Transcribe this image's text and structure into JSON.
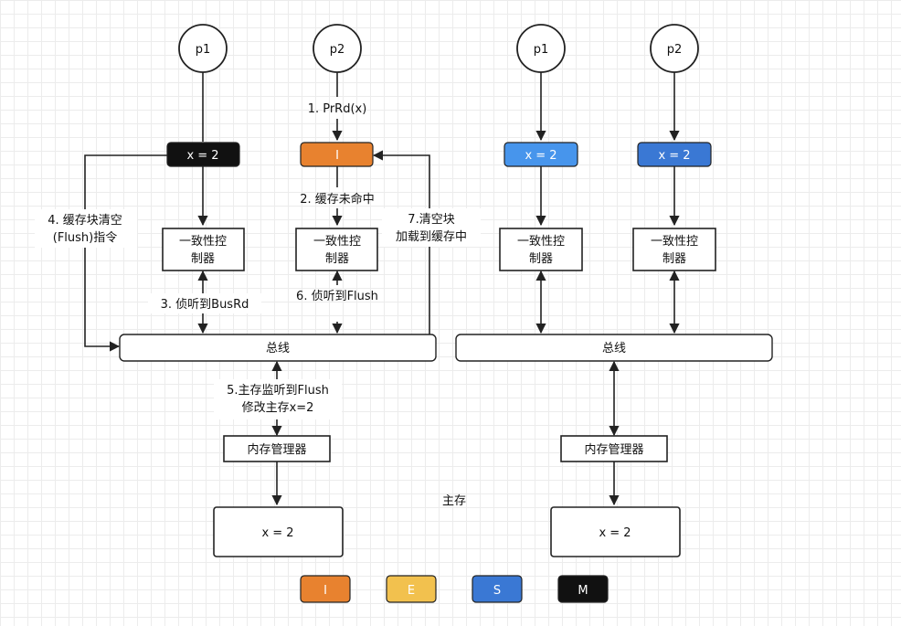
{
  "colors": {
    "invalid": "#e8822f",
    "exclusive": "#f2c14e",
    "shared_light": "#4795ec",
    "shared": "#3a78d4",
    "modified": "#111111"
  },
  "left": {
    "p1": "p1",
    "p2": "p2",
    "p1_cache": "x = 2",
    "p2_cache": "I",
    "controller1": [
      "一致性控",
      "制器"
    ],
    "controller2": [
      "一致性控",
      "制器"
    ],
    "bus": "总线",
    "memory_manager": "内存管理器",
    "memory_value": "x = 2",
    "steps": {
      "s1": "1. PrRd(x)",
      "s2": "2. 缓存未命中",
      "s3": "3. 侦听到BusRd",
      "s4": [
        "4. 缓存块清空",
        "(Flush)指令"
      ],
      "s5": [
        "5.主存监听到Flush",
        "修改主存x=2"
      ],
      "s6": "6. 侦听到Flush",
      "s7": [
        "7.清空块",
        "加载到缓存中"
      ]
    }
  },
  "right": {
    "p1": "p1",
    "p2": "p2",
    "p1_cache": "x = 2",
    "p2_cache": "x = 2",
    "controller1": [
      "一致性控",
      "制器"
    ],
    "controller2": [
      "一致性控",
      "制器"
    ],
    "bus": "总线",
    "memory_manager": "内存管理器",
    "memory_value": "x = 2"
  },
  "main_memory_label": "主存",
  "legend": [
    "I",
    "E",
    "S",
    "M"
  ]
}
